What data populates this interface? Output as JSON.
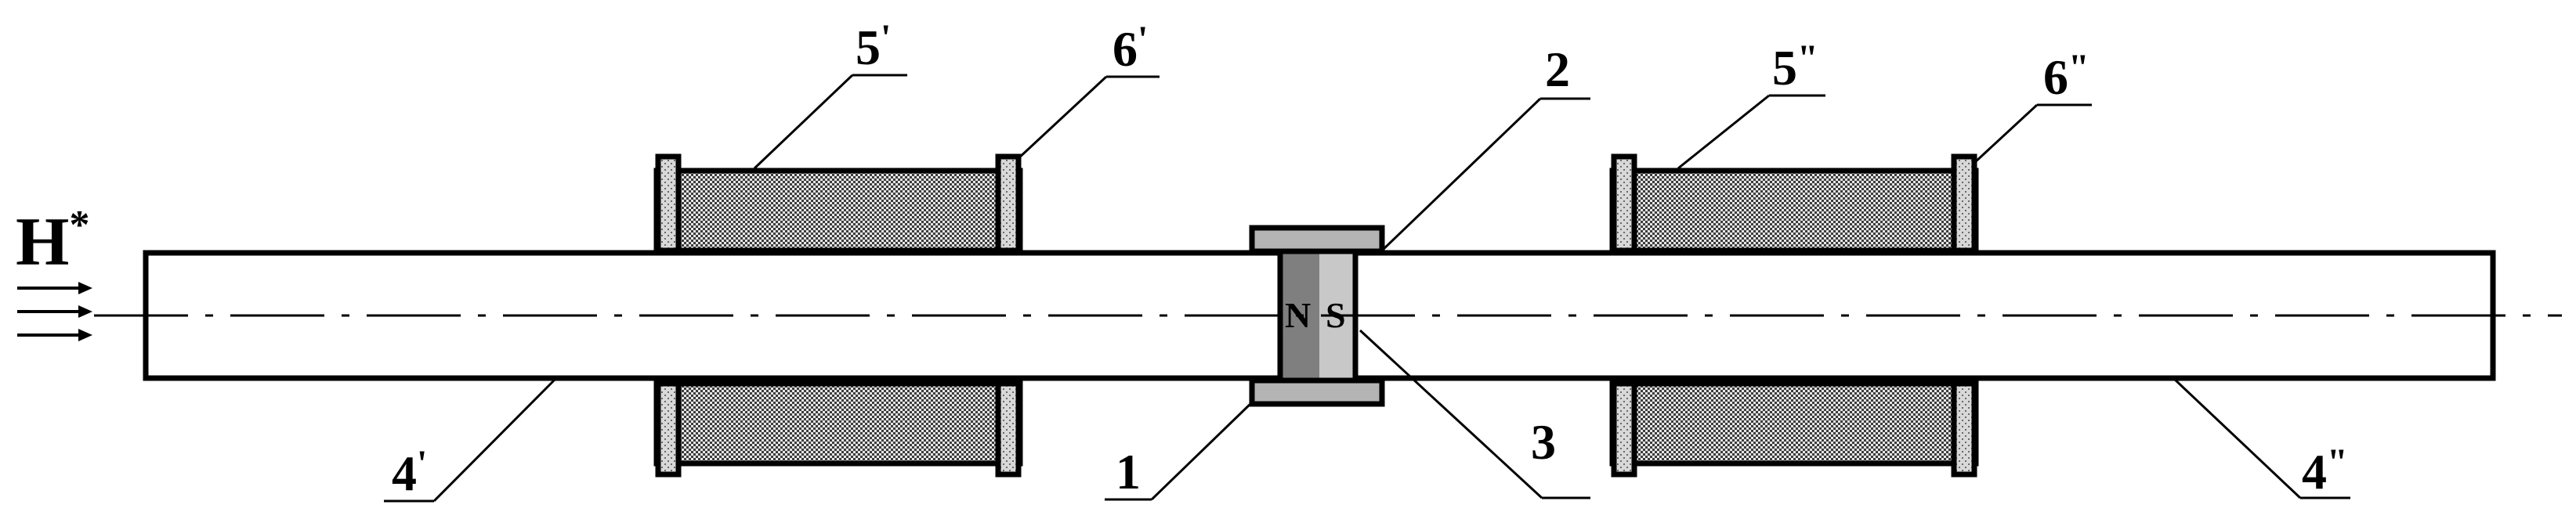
{
  "field_label": {
    "main": "H",
    "sup": "*"
  },
  "magnet_poles": {
    "north": "N",
    "south": "S"
  },
  "labels": {
    "l1": "1",
    "l2": "2",
    "l3": "3",
    "l4a": "4",
    "l4a_mark": "'",
    "l4b": "4",
    "l4b_mark": "\"",
    "l5a": "5",
    "l5a_mark": "'",
    "l5b": "5",
    "l5b_mark": "\"",
    "l6a": "6",
    "l6a_mark": "'",
    "l6b": "6",
    "l6b_mark": "\""
  },
  "colors": {
    "ink": "#000000",
    "background": "#ffffff",
    "magnet_north": "#7f7f7f",
    "magnet_south": "#c8c8c8",
    "sleeve": "#b4b4b4"
  }
}
